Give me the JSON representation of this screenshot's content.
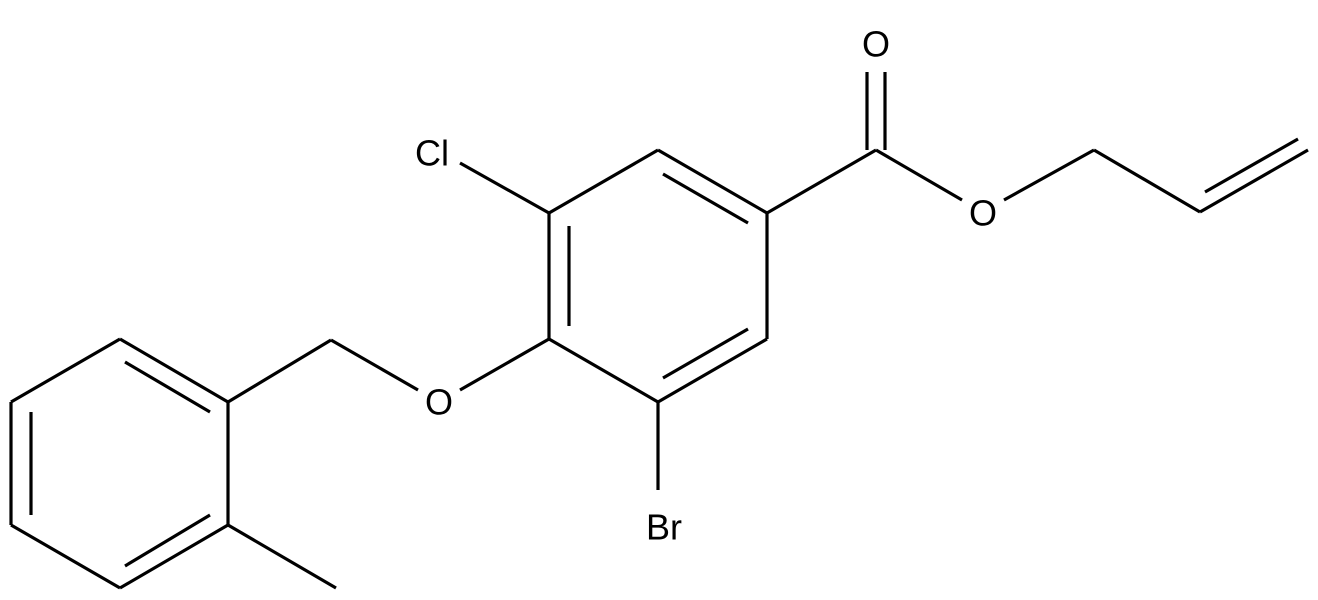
{
  "molecule": {
    "atoms": {
      "carbonyl_oxygen": "O",
      "ester_oxygen": "O",
      "ether_oxygen": "O",
      "chlorine": "Cl",
      "bromine": "Br"
    }
  },
  "colors": {
    "bond": "#000000",
    "label": "#000000",
    "background": "#ffffff"
  }
}
